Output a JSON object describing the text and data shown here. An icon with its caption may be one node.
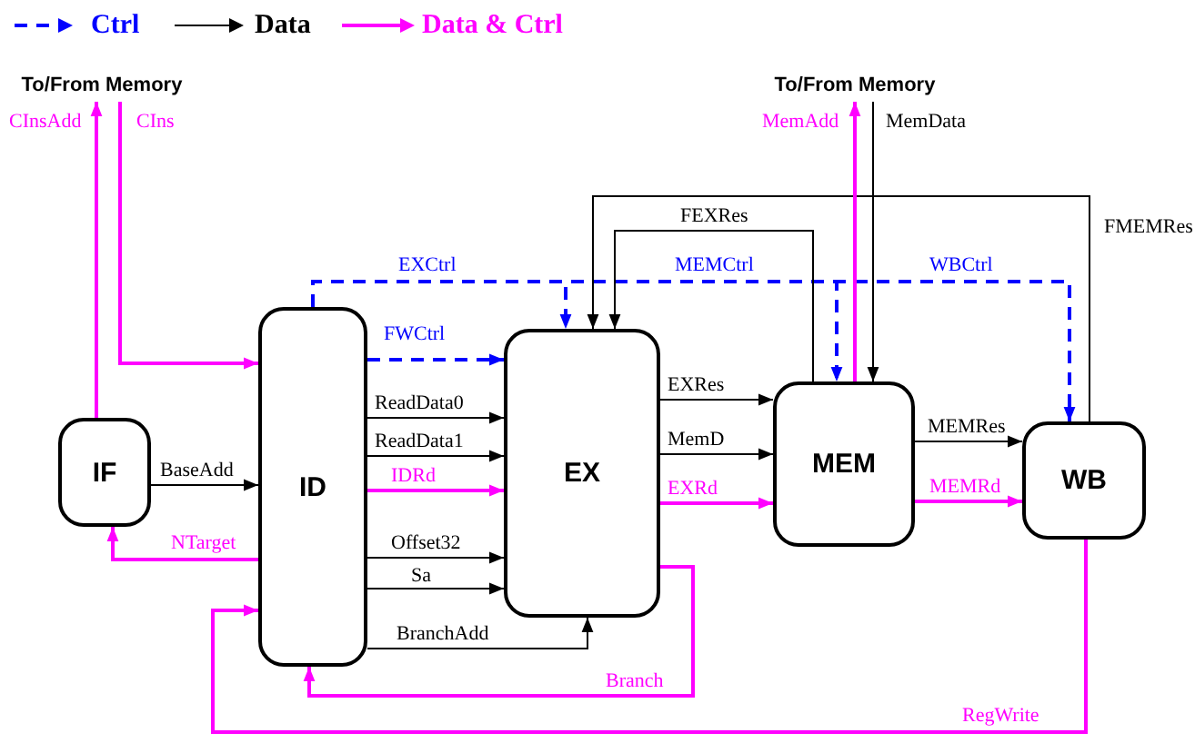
{
  "diagram": {
    "nodes": [
      {
        "text": [
          "IF"
        ]
      },
      {
        "text": [
          "ID"
        ]
      },
      {
        "text": [
          "EX"
        ]
      },
      {
        "text": [
          "MEM"
        ]
      },
      {
        "text": [
          "WB"
        ]
      },
      {
        "text": [
          "To/From Memory"
        ]
      },
      {
        "text": [
          "To/From Memory"
        ]
      }
    ],
    "edges": [
      {
        "from": 0,
        "to": 5,
        "arrow": "to",
        "label": "CInsAdd",
        "color": "#ff00ff"
      },
      {
        "from": 5,
        "to": 1,
        "arrow": "to",
        "label": "CIns",
        "color": "#ff00ff"
      },
      {
        "from": 1,
        "to": 2,
        "arrow": "to",
        "label": "FWCtrl",
        "style": "dashed",
        "color": "#0000ff"
      },
      {
        "from": 1,
        "to": 2,
        "arrow": "to",
        "label": "ReadData0"
      },
      {
        "from": 1,
        "to": 2,
        "arrow": "to",
        "label": "ReadData1"
      },
      {
        "from": 1,
        "to": 2,
        "arrow": "to",
        "label": "IDRd",
        "color": "#ff00ff"
      },
      {
        "from": 1,
        "to": 2,
        "arrow": "to",
        "label": "Offset32"
      },
      {
        "from": 1,
        "to": 2,
        "arrow": "to",
        "label": "Sa"
      },
      {
        "from": 1,
        "to": 2,
        "arrow": "to",
        "label": "BranchAdd"
      },
      {
        "from": 1,
        "to": 2,
        "arrow": "to",
        "label": "EXCtrl",
        "style": "dashed",
        "color": "#0000ff"
      },
      {
        "from": 1,
        "to": 3,
        "arrow": "to",
        "label": "MEMCtrl",
        "style": "dashed",
        "color": "#0000ff"
      },
      {
        "from": 1,
        "to": 4,
        "arrow": "to",
        "label": "WBCtrl",
        "style": "dashed",
        "color": "#0000ff"
      },
      {
        "from": 1,
        "to": 0,
        "arrow": "to",
        "label": "NTarget",
        "color": "#ff00ff"
      },
      {
        "from": 0,
        "to": 1,
        "arrow": "to",
        "label": "BaseAdd"
      },
      {
        "from": 2,
        "to": 3,
        "arrow": "to",
        "label": "EXRes"
      },
      {
        "from": 2,
        "to": 3,
        "arrow": "to",
        "label": "MemD"
      },
      {
        "from": 2,
        "to": 3,
        "arrow": "to",
        "label": "EXRd",
        "color": "#ff00ff"
      },
      {
        "from": 2,
        "to": 1,
        "arrow": "to",
        "label": "Branch",
        "color": "#ff00ff"
      },
      {
        "from": 3,
        "to": 2,
        "arrow": "to",
        "label": "FEXRes"
      },
      {
        "from": 4,
        "to": 2,
        "arrow": "to",
        "label": "FMEMRes"
      },
      {
        "from": 3,
        "to": 6,
        "arrow": "to",
        "label": "MemAdd",
        "color": "#ff00ff"
      },
      {
        "from": 6,
        "to": 3,
        "arrow": "to",
        "label": "MemData"
      },
      {
        "from": 3,
        "to": 4,
        "arrow": "to",
        "label": "MEMRes"
      },
      {
        "from": 3,
        "to": 4,
        "arrow": "to",
        "label": "MEMRd",
        "color": "#ff00ff"
      },
      {
        "from": 4,
        "to": 1,
        "arrow": "to",
        "label": "RegWrite",
        "color": "#ff00ff"
      }
    ],
    "legend": [
      {
        "text": "Ctrl"
      },
      {
        "text": "Data"
      },
      {
        "text": "Data & Ctrl"
      }
    ]
  }
}
